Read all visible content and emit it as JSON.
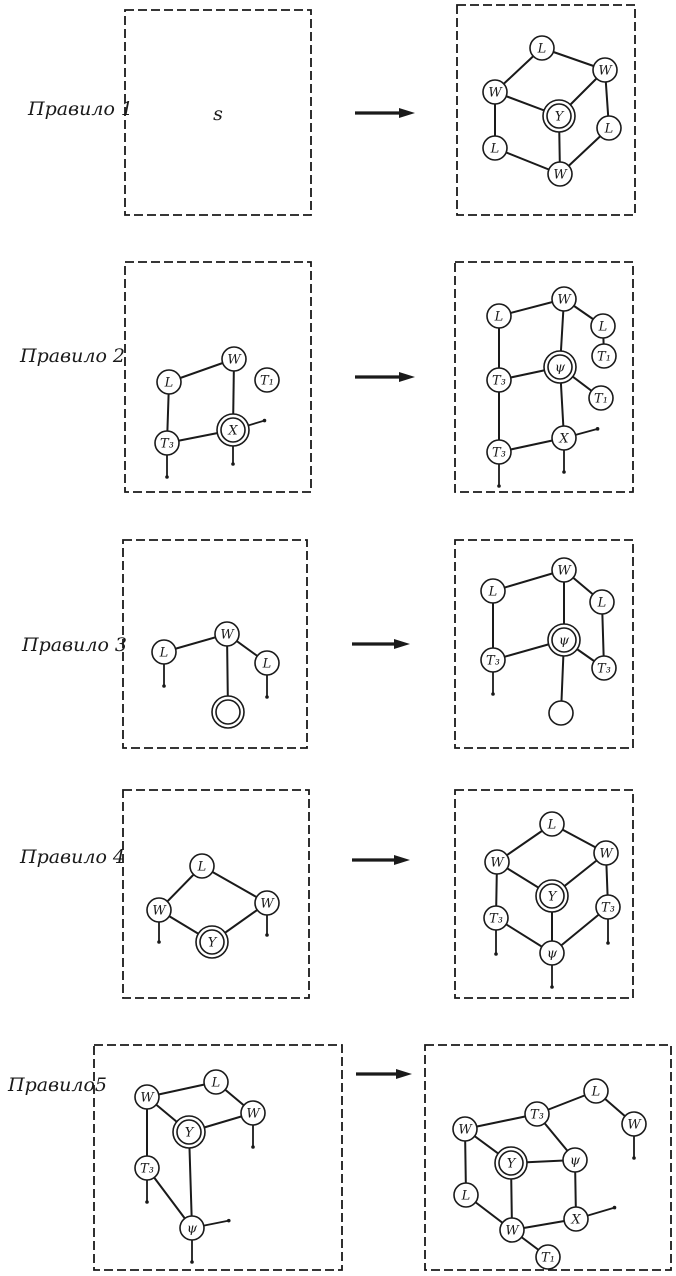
{
  "rules": [
    {
      "label": "Правило 1",
      "left": {
        "text": "s",
        "nodes": [],
        "edges": []
      },
      "right": {
        "nodes": [
          {
            "id": "L1",
            "label": "L"
          },
          {
            "id": "W1",
            "label": "W"
          },
          {
            "id": "W2",
            "label": "W"
          },
          {
            "id": "Y",
            "label": "Y",
            "double": true
          },
          {
            "id": "L2",
            "label": "L"
          },
          {
            "id": "L3",
            "label": "L"
          },
          {
            "id": "W3",
            "label": "W"
          }
        ],
        "edges": [
          [
            "L1",
            "W1"
          ],
          [
            "L1",
            "W2"
          ],
          [
            "W1",
            "Y"
          ],
          [
            "W2",
            "Y"
          ],
          [
            "W2",
            "L2"
          ],
          [
            "W1",
            "L3"
          ],
          [
            "L3",
            "W3"
          ],
          [
            "Y",
            "W3"
          ],
          [
            "L2",
            "W3"
          ]
        ]
      }
    },
    {
      "label": "Правило 2",
      "left": {
        "nodes": [
          {
            "id": "L",
            "label": "L"
          },
          {
            "id": "W",
            "label": "W"
          },
          {
            "id": "T1",
            "label": "T₁"
          },
          {
            "id": "T3",
            "label": "T₃"
          },
          {
            "id": "X",
            "label": "X",
            "double": true
          }
        ],
        "edges": [
          [
            "L",
            "W"
          ],
          [
            "L",
            "T3"
          ],
          [
            "W",
            "X"
          ],
          [
            "T3",
            "X"
          ]
        ]
      },
      "right": {
        "nodes": [
          {
            "id": "W",
            "label": "W"
          },
          {
            "id": "L1",
            "label": "L"
          },
          {
            "id": "L2",
            "label": "L"
          },
          {
            "id": "T1a",
            "label": "T₁"
          },
          {
            "id": "T3a",
            "label": "T₃"
          },
          {
            "id": "Psi",
            "label": "ψ",
            "double": true
          },
          {
            "id": "T1b",
            "label": "T₁"
          },
          {
            "id": "T3b",
            "label": "T₃"
          },
          {
            "id": "X",
            "label": "X"
          }
        ],
        "edges": [
          [
            "L1",
            "W"
          ],
          [
            "W",
            "L2"
          ],
          [
            "L2",
            "T1a"
          ],
          [
            "W",
            "Psi"
          ],
          [
            "L1",
            "T3a"
          ],
          [
            "T3a",
            "Psi"
          ],
          [
            "Psi",
            "T1b"
          ],
          [
            "T3a",
            "T3b"
          ],
          [
            "Psi",
            "X"
          ],
          [
            "T3b",
            "X"
          ]
        ]
      }
    },
    {
      "label": "Правило 3",
      "left": {
        "nodes": [
          {
            "id": "L1",
            "label": "L"
          },
          {
            "id": "W",
            "label": "W"
          },
          {
            "id": "L2",
            "label": "L"
          },
          {
            "id": "E",
            "label": "",
            "double": true
          }
        ],
        "edges": [
          [
            "L1",
            "W"
          ],
          [
            "W",
            "L2"
          ],
          [
            "W",
            "E"
          ]
        ]
      },
      "right": {
        "nodes": [
          {
            "id": "W",
            "label": "W"
          },
          {
            "id": "L1",
            "label": "L"
          },
          {
            "id": "L2",
            "label": "L"
          },
          {
            "id": "T3a",
            "label": "T₃"
          },
          {
            "id": "Psi",
            "label": "ψ",
            "double": true
          },
          {
            "id": "T3b",
            "label": "T₃"
          },
          {
            "id": "E",
            "label": "",
            "filled": true
          }
        ],
        "edges": [
          [
            "L1",
            "W"
          ],
          [
            "W",
            "L2"
          ],
          [
            "W",
            "Psi"
          ],
          [
            "L1",
            "T3a"
          ],
          [
            "T3a",
            "Psi"
          ],
          [
            "Psi",
            "T3b"
          ],
          [
            "L2",
            "T3b"
          ],
          [
            "Psi",
            "E"
          ]
        ]
      }
    },
    {
      "label": "Правило 4",
      "left": {
        "nodes": [
          {
            "id": "L",
            "label": "L"
          },
          {
            "id": "W1",
            "label": "W"
          },
          {
            "id": "W2",
            "label": "W"
          },
          {
            "id": "Y",
            "label": "Y",
            "double": true
          }
        ],
        "edges": [
          [
            "L",
            "W1"
          ],
          [
            "L",
            "W2"
          ],
          [
            "W1",
            "Y"
          ],
          [
            "W2",
            "Y"
          ]
        ]
      },
      "right": {
        "nodes": [
          {
            "id": "L",
            "label": "L"
          },
          {
            "id": "W1",
            "label": "W"
          },
          {
            "id": "W2",
            "label": "W"
          },
          {
            "id": "Y",
            "label": "Y",
            "double": true
          },
          {
            "id": "T3a",
            "label": "T₃"
          },
          {
            "id": "T3b",
            "label": "T₃"
          },
          {
            "id": "Psi",
            "label": "ψ"
          }
        ],
        "edges": [
          [
            "L",
            "W1"
          ],
          [
            "L",
            "W2"
          ],
          [
            "W1",
            "Y"
          ],
          [
            "W2",
            "Y"
          ],
          [
            "W1",
            "T3a"
          ],
          [
            "W2",
            "T3b"
          ],
          [
            "T3a",
            "Psi"
          ],
          [
            "T3b",
            "Psi"
          ],
          [
            "Y",
            "Psi"
          ]
        ]
      }
    },
    {
      "label": "Правило5",
      "left": {
        "nodes": [
          {
            "id": "W1",
            "label": "W"
          },
          {
            "id": "L",
            "label": "L"
          },
          {
            "id": "Y",
            "label": "Y",
            "double": true
          },
          {
            "id": "W2",
            "label": "W"
          },
          {
            "id": "T3",
            "label": "T₃"
          },
          {
            "id": "Psi",
            "label": "ψ"
          }
        ],
        "edges": [
          [
            "W1",
            "L"
          ],
          [
            "W1",
            "Y"
          ],
          [
            "L",
            "W2"
          ],
          [
            "Y",
            "W2"
          ],
          [
            "W1",
            "T3"
          ],
          [
            "T3",
            "Psi"
          ],
          [
            "Y",
            "Psi"
          ]
        ]
      },
      "right": {
        "nodes": [
          {
            "id": "T3",
            "label": "T₃"
          },
          {
            "id": "L1",
            "label": "L"
          },
          {
            "id": "W1",
            "label": "W"
          },
          {
            "id": "W2",
            "label": "W"
          },
          {
            "id": "Y",
            "label": "Y",
            "double": true
          },
          {
            "id": "Psi",
            "label": "ψ"
          },
          {
            "id": "L2",
            "label": "L"
          },
          {
            "id": "X",
            "label": "X"
          },
          {
            "id": "W3",
            "label": "W"
          },
          {
            "id": "T1",
            "label": "T₁"
          }
        ],
        "edges": [
          [
            "T3",
            "L1"
          ],
          [
            "W1",
            "T3"
          ],
          [
            "T3",
            "Psi"
          ],
          [
            "L1",
            "W2"
          ],
          [
            "W1",
            "Y"
          ],
          [
            "Y",
            "Psi"
          ],
          [
            "W1",
            "L2"
          ],
          [
            "L2",
            "W3"
          ],
          [
            "Y",
            "W3"
          ],
          [
            "Psi",
            "X"
          ],
          [
            "X",
            "W3"
          ],
          [
            "W3",
            "T1"
          ]
        ]
      }
    }
  ]
}
